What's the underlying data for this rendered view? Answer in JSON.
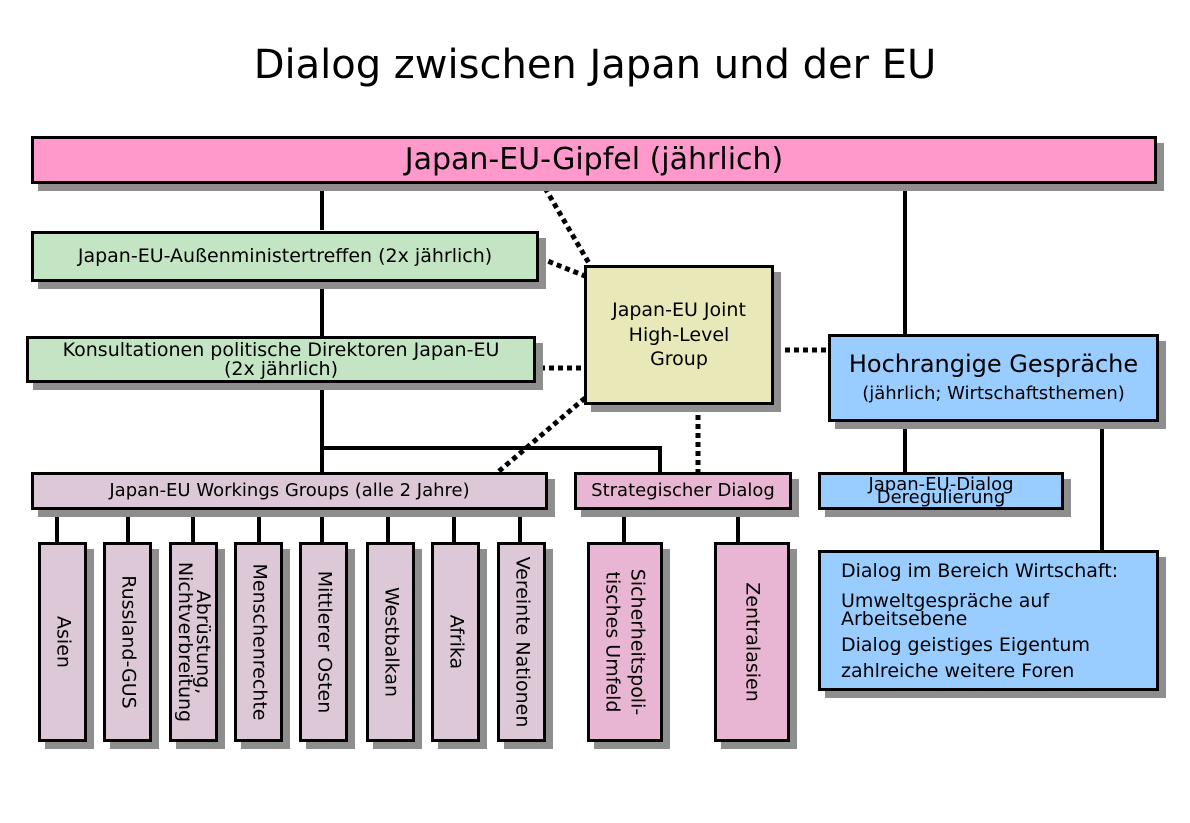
{
  "title": "Dialog zwischen Japan und der EU",
  "colors": {
    "summit": "#ff99cc",
    "green": "#c4e5c4",
    "yellow": "#e8e8b8",
    "blue": "#99ccff",
    "lavender": "#dcc8d6",
    "pink": "#e8b5d2",
    "shadow": "#8e8e8e"
  },
  "nodes": {
    "summit": "Japan-EU-Gipfel (jährlich)",
    "foreign_ministers": "Japan-EU-Außenministertreffen (2x jährlich)",
    "political_directors": "Konsultationen politische Direktoren Japan-EU\n(2x jährlich)",
    "joint_group": "Japan-EU Joint\nHigh-Level\nGroup",
    "high_level_talks": "Hochrangige Gespräche",
    "high_level_talks_sub": "(jährlich; Wirtschaftsthemen)",
    "working_groups": "Japan-EU Workings Groups (alle 2 Jahre)",
    "strategic_dialogue": "Strategischer Dialog",
    "deregulation": "Japan-EU-Dialog\nDeregulierung",
    "economy_header": "Dialog im Bereich Wirtschaft:",
    "economy_items": [
      "Umweltgespräche auf\nArbeitsebene",
      "Dialog geistiges Eigentum",
      "zahlreiche weitere Foren"
    ]
  },
  "working_group_items": [
    "Asien",
    "Russland-GUS",
    "Abrüstung,\nNichtverbreitung",
    "Menschenrechte",
    "Mittlerer Osten",
    "Westbalkan",
    "Afrika",
    "Vereinte Nationen"
  ],
  "strategic_items": [
    "Sicherheitspoli-\ntisches Umfeld",
    "Zentralasien"
  ]
}
